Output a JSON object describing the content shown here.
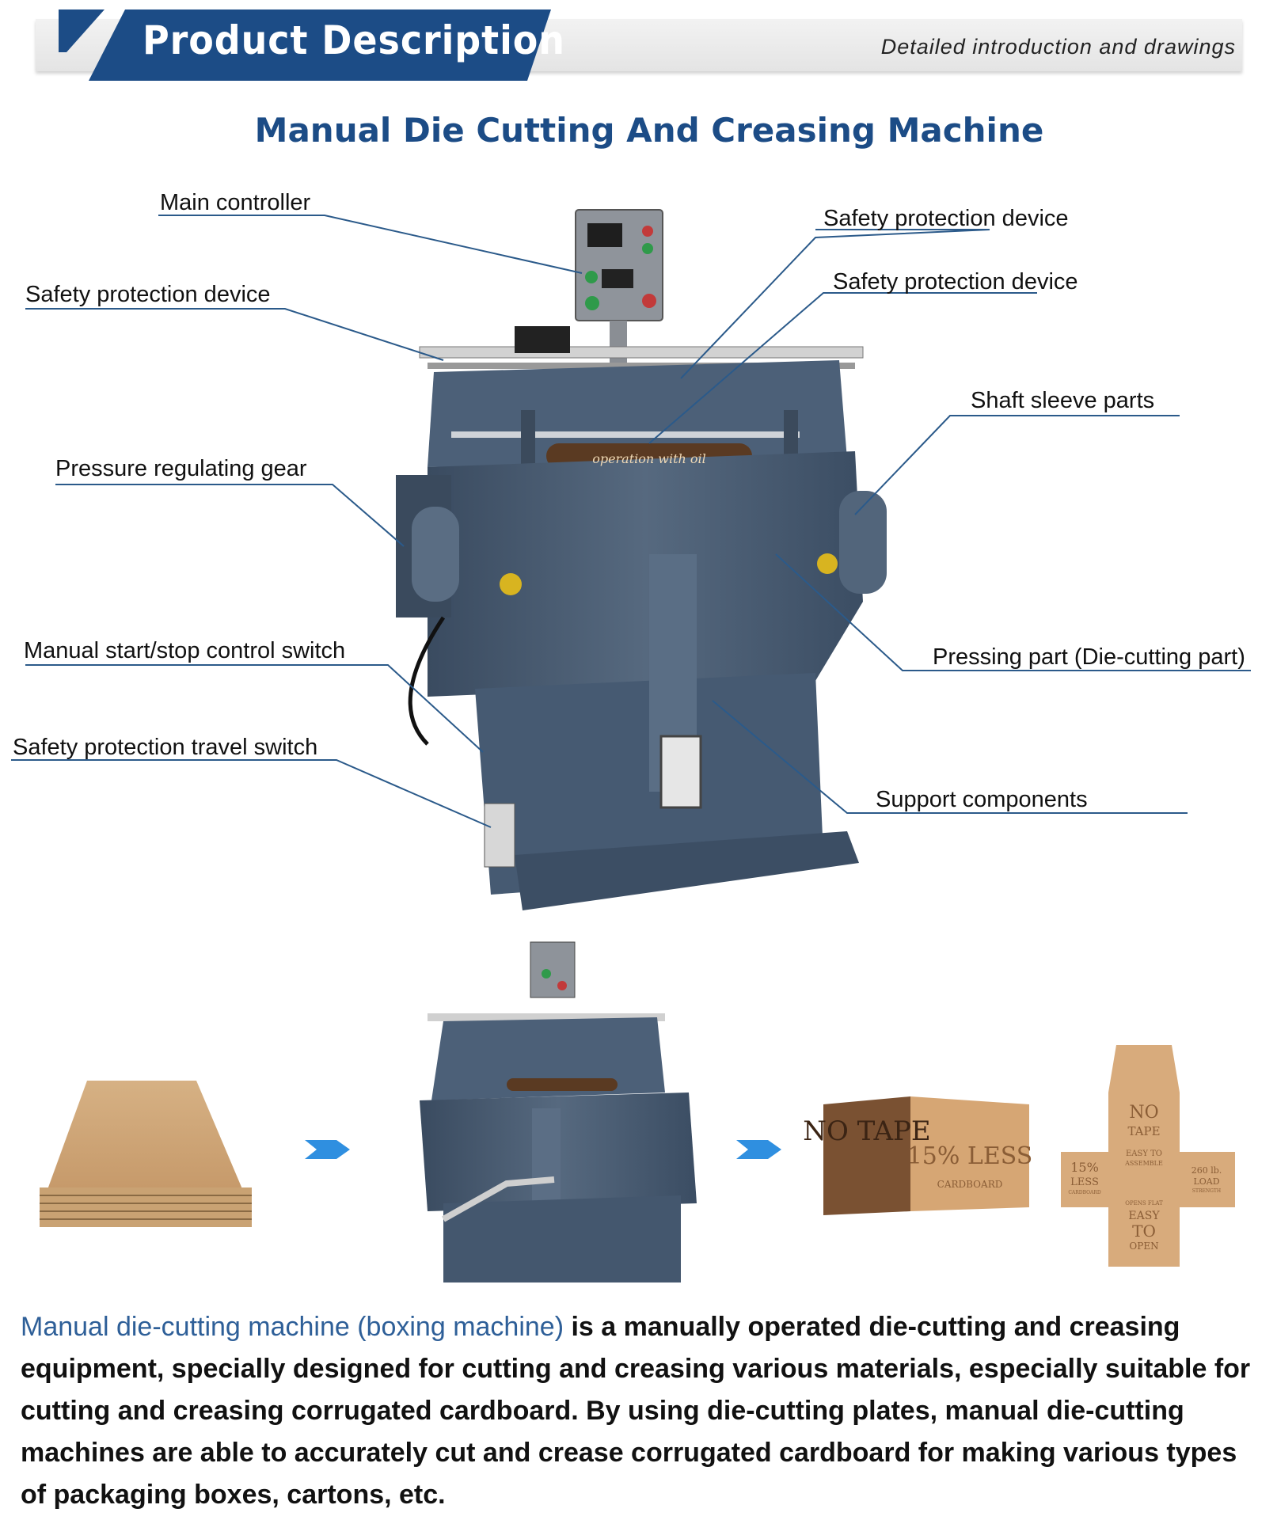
{
  "header": {
    "title": "Product Description",
    "subtitle": "Detailed introduction and drawings"
  },
  "page_title": "Manual Die Cutting And Creasing Machine",
  "callouts": {
    "main_controller": "Main controller",
    "safety_device_left": "Safety protection device",
    "safety_device_right_1": "Safety protection device",
    "safety_device_right_2": "Safety protection device",
    "shaft_sleeve": "Shaft sleeve parts",
    "pressure_gear": "Pressure regulating gear",
    "pressing_part": "Pressing part (Die-cutting part)",
    "manual_switch": "Manual start/stop control switch",
    "travel_switch": "Safety protection travel switch",
    "support": "Support components"
  },
  "machine_plate_text": "operation with oil",
  "box_prints": {
    "box_side_left": "NO TAPE",
    "box_side_right": "15% LESS",
    "box_side_small": "CARDBOARD",
    "flat_no": "NO",
    "flat_tape": "TAPE",
    "flat_easy": "EASY TO",
    "flat_assemble": "ASSEMBLE",
    "flat_pct": "15%",
    "flat_less": "LESS",
    "flat_cardboard": "CARDBOARD",
    "flat_load": "260 lb.",
    "flat_load2": "LOAD",
    "flat_strength": "STRENGTH",
    "flat_opens": "OPENS FLAT",
    "flat_easy2": "EASY",
    "flat_to": "TO",
    "flat_open": "OPEN"
  },
  "description": {
    "highlight": "Manual die-cutting machine (boxing machine)",
    "body": " is a manually operated die-cutting and creasing equipment, specially designed for cutting and creasing various materials, especially suitable for cutting and creasing corrugated cardboard. By using die-cutting plates, manual die-cutting machines are able to accurately cut and crease corrugated cardboard for making various types of packaging boxes, cartons, etc."
  },
  "colors": {
    "brand_blue": "#1c4c86",
    "machine_body": "#465a72",
    "cardboard": "#c9a273",
    "arrow_blue": "#2f8fe0"
  },
  "icons": [
    "arrow-right-icon",
    "arrow-right-icon"
  ]
}
